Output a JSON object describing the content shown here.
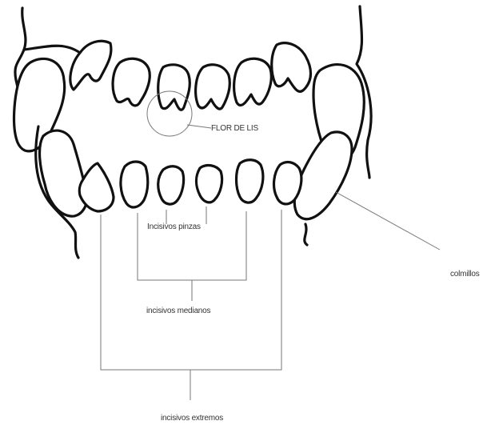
{
  "labels": {
    "flor_de_lis": "FLOR DE LIS",
    "incisivos_pinzas": "Incisivos pinzas",
    "incisivos_medianos": "incisivos medianos",
    "incisivos_extremos": "incisivos extremos",
    "colmillos": "colmillos"
  },
  "colors": {
    "outline": "#111111",
    "leader_line": "#777777",
    "label_text": "#333333",
    "background": "#ffffff"
  }
}
